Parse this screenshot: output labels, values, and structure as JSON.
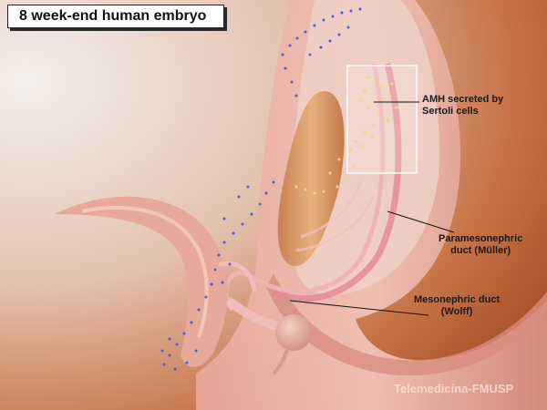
{
  "title": "8 week-end human embryo",
  "labels": {
    "amh_line1": "AMH secreted by",
    "amh_line2": "Sertoli cells",
    "para_line1": "Paramesonephric",
    "para_line2": "duct (Müller)",
    "meso_line1": "Mesonephric duct",
    "meso_line2": "(Wolff)"
  },
  "credit": "Telemedicina-FMUSP",
  "colors": {
    "background_light": "#f1ebe6",
    "background_dark": "#b35a30",
    "tissue": "#e9a999",
    "gonad": "#d99a6a",
    "amh_particles": "#f0d67a",
    "cell_particles": "#4a5fd0",
    "duct": "#e8899a"
  }
}
